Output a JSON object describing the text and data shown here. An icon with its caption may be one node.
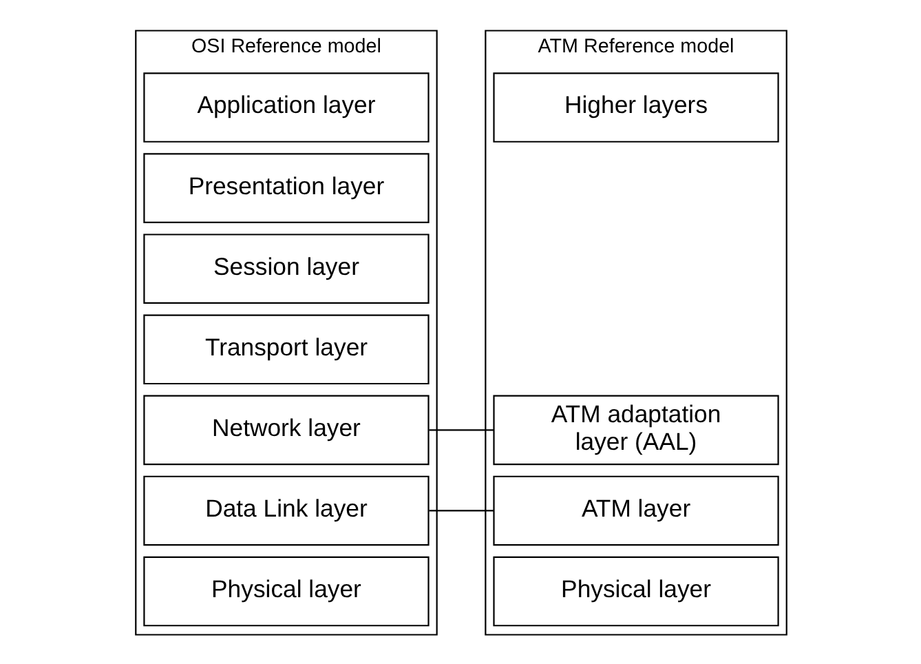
{
  "diagram": {
    "nodes": [
      {
        "text": [
          "OSI Reference model"
        ]
      },
      {
        "text": [
          "Application layer"
        ],
        "in": 0
      },
      {
        "text": [
          "Presentation layer"
        ],
        "in": 0
      },
      {
        "text": [
          "Session layer"
        ],
        "in": 0
      },
      {
        "text": [
          "Transport layer"
        ],
        "in": 0
      },
      {
        "text": [
          "Network layer"
        ],
        "in": 0
      },
      {
        "text": [
          "Data Link layer"
        ],
        "in": 0
      },
      {
        "text": [
          "Physical layer"
        ],
        "in": 0
      },
      {
        "text": [
          "ATM Reference model"
        ]
      },
      {
        "text": [
          "Higher layers"
        ],
        "in": 8
      },
      {
        "text": [
          "ATM adaptation layer (AAL)"
        ],
        "in": 8
      },
      {
        "text": [
          "ATM layer"
        ],
        "in": 8
      },
      {
        "text": [
          "Physical layer"
        ],
        "in": 8
      }
    ],
    "edges": [
      {
        "from": 5,
        "to": 10,
        "arrow": "none"
      },
      {
        "from": 6,
        "to": 11,
        "arrow": "none"
      }
    ]
  }
}
